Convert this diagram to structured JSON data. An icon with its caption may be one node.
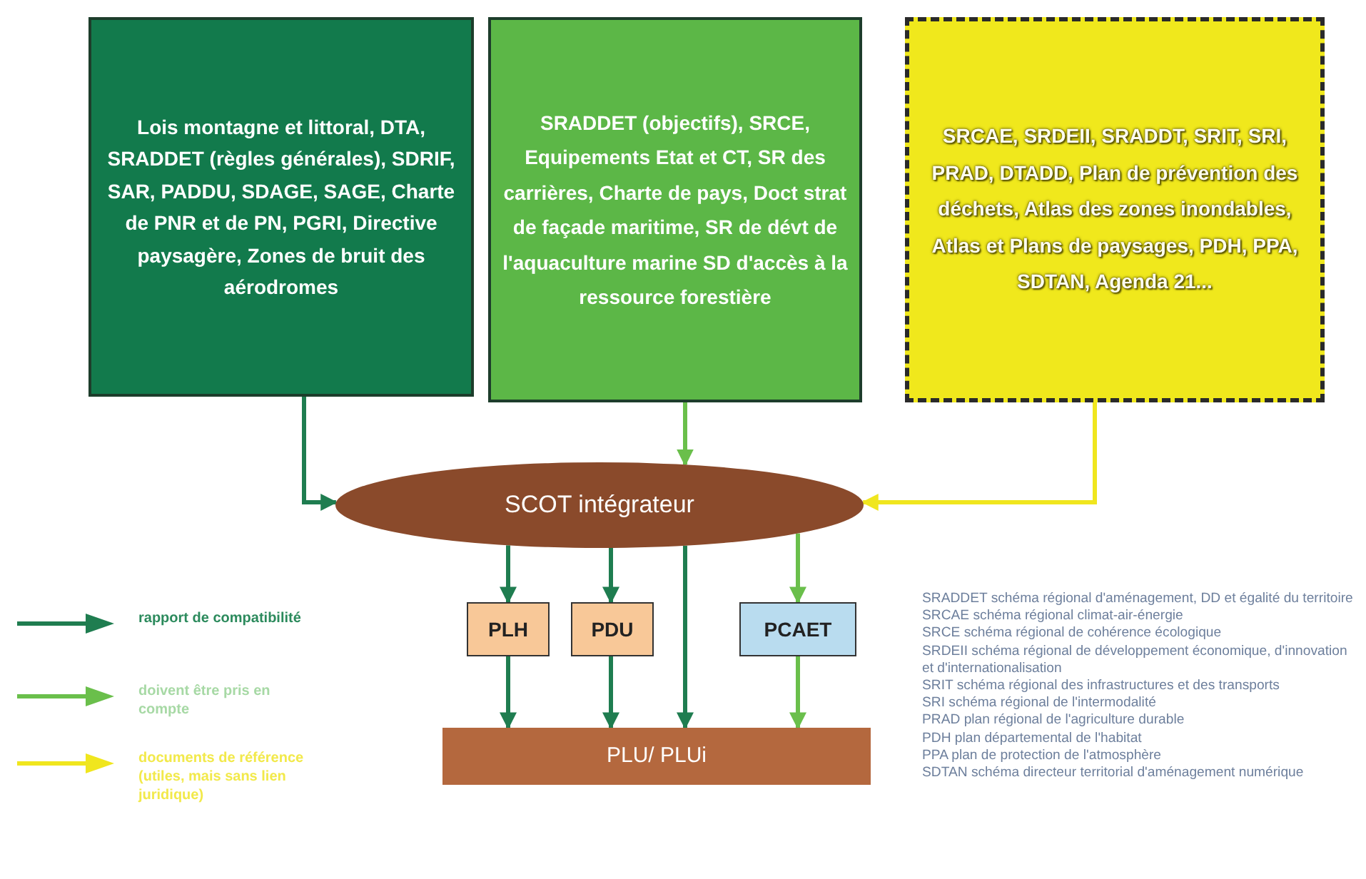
{
  "diagram": {
    "nodes": [
      {
        "text": [
          "Lois montagne et littoral, DTA, SRADDET (règles générales), SDRIF, SAR, PADDU, SDAGE, SAGE, Charte de PNR et de PN, PGRI, Directive paysagère, Zones de bruit des aérodromes"
        ]
      },
      {
        "text": [
          "SRADDET (objectifs), SRCE, Equipements Etat et CT, SR des carrières, Charte de pays, Doct strat de façade maritime, SR de dévt de l'aquaculture marine SD d'accès à la ressource forestière"
        ]
      },
      {
        "text": [
          "SRCAE, SRDEII, SRADDT, SRIT, SRI, PRAD, DTADD, Plan de prévention des déchets, Atlas des zones inondables, Atlas et Plans de paysages, PDH, PPA, SDTAN, Agenda 21..."
        ]
      },
      {
        "text": [
          "SCOT intégrateur"
        ]
      },
      {
        "text": [
          "PLH"
        ]
      },
      {
        "text": [
          "PDU"
        ]
      },
      {
        "text": [
          "PCAET"
        ]
      },
      {
        "text": [
          "PLU/ PLUi"
        ]
      }
    ],
    "edges": [
      {
        "from": 0,
        "to": 3,
        "arrow": "to"
      },
      {
        "from": 1,
        "to": 3,
        "arrow": "to",
        "color": "#6abf4b"
      },
      {
        "from": 2,
        "to": 3,
        "arrow": "to",
        "color": "#f0e61e"
      },
      {
        "from": 3,
        "to": 4,
        "arrow": "to"
      },
      {
        "from": 3,
        "to": 5,
        "arrow": "to"
      },
      {
        "from": 3,
        "to": 7,
        "arrow": "to"
      },
      {
        "from": 3,
        "to": 6,
        "arrow": "to",
        "color": "#6abf4b"
      },
      {
        "from": 4,
        "to": 7,
        "arrow": "to"
      },
      {
        "from": 5,
        "to": 7,
        "arrow": "to"
      },
      {
        "from": 6,
        "to": 7,
        "arrow": "to",
        "color": "#6abf4b"
      }
    ],
    "labels": [
      "SRADDET schéma régional d'aménagement, DD et égalité du territoire",
      "SRCAE schéma régional climat-air-énergie",
      "SRCE schéma régional de cohérence écologique",
      "SRDEII schéma régional de développement économique, d'innovation et d'internationalisation",
      "SRIT schéma régional des infrastructures et des transports",
      "SRI schéma régional de l'intermodalité",
      "PRAD plan régional de l'agriculture durable",
      "PDH plan départemental de l'habitat",
      "PPA plan de protection de l'atmosphère",
      "SDTAN schéma directeur territorial d'aménagement numérique"
    ],
    "legend": [
      {
        "text": "rapport de compatibilité"
      },
      {
        "text": "doivent être pris en compte"
      },
      {
        "text": "documents de référence (utiles, mais sans lien juridique)"
      }
    ]
  }
}
